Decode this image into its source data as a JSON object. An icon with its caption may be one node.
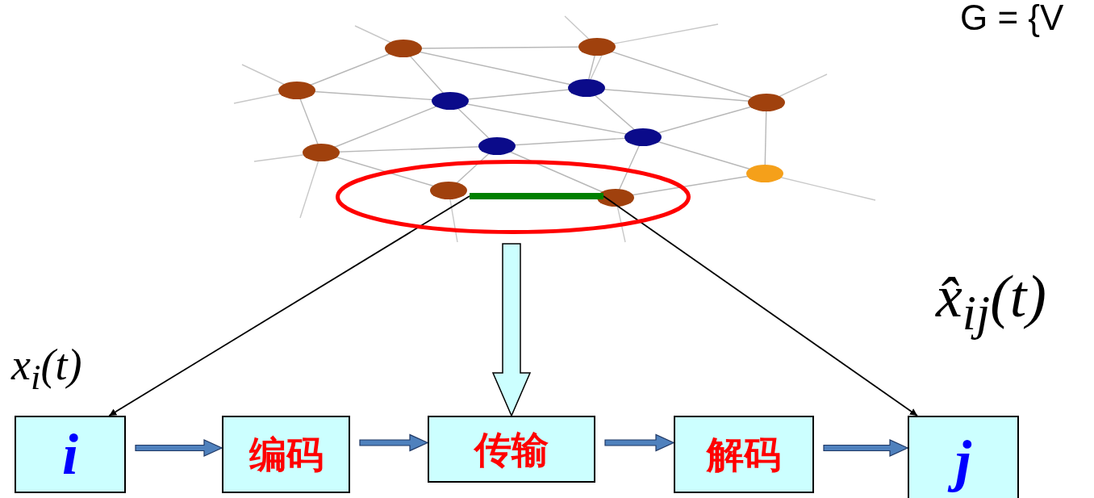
{
  "diagram": {
    "nodes": [
      {
        "text": [],
        "shape": "ellipse"
      },
      {
        "text": [],
        "shape": "bar",
        "in": 0
      },
      {
        "text": [
          "i"
        ],
        "beside": [
          "x$_{i}$(t)"
        ]
      },
      {
        "text": [
          "编码"
        ]
      },
      {
        "text": [
          "传输"
        ]
      },
      {
        "text": [
          "解码"
        ]
      },
      {
        "text": [
          "j"
        ],
        "beside": [
          "x̂$_{ij}$(t)"
        ]
      }
    ],
    "edges": [
      {
        "from": 1,
        "to": 2,
        "arrow": "to",
        "color": "#000000"
      },
      {
        "from": 1,
        "to": 6,
        "arrow": "to",
        "color": "#000000"
      },
      {
        "from": 0,
        "to": 4,
        "arrow": "to",
        "style": "thick",
        "color": "#ccffff"
      },
      {
        "from": 2,
        "to": 3,
        "arrow": "to"
      },
      {
        "from": 3,
        "to": 4,
        "arrow": "to"
      },
      {
        "from": 4,
        "to": 5,
        "arrow": "to"
      },
      {
        "from": 5,
        "to": 6,
        "arrow": "to"
      }
    ],
    "labels": [
      "G = {V"
    ]
  }
}
